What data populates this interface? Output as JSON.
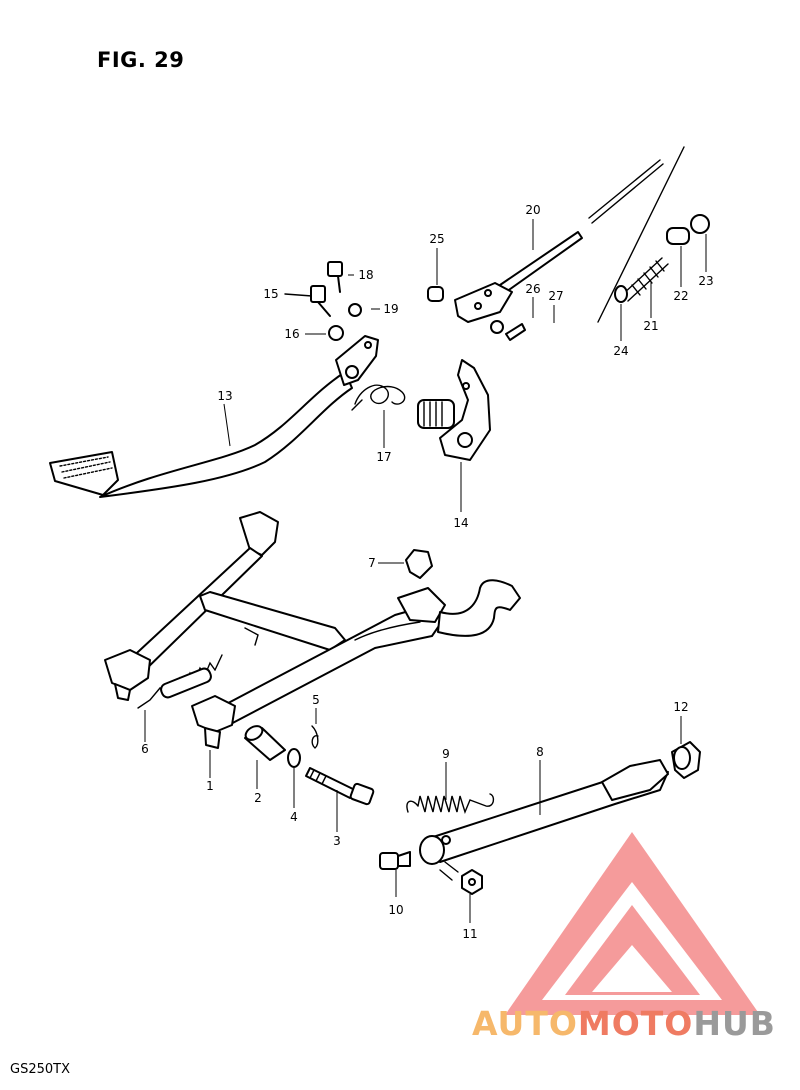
{
  "figure": {
    "title": "FIG. 29",
    "model": "GS250TX"
  },
  "parts": [
    {
      "id": "1",
      "label": "1"
    },
    {
      "id": "2",
      "label": "2"
    },
    {
      "id": "3",
      "label": "3"
    },
    {
      "id": "4",
      "label": "4"
    },
    {
      "id": "5",
      "label": "5"
    },
    {
      "id": "6",
      "label": "6"
    },
    {
      "id": "7",
      "label": "7"
    },
    {
      "id": "8",
      "label": "8"
    },
    {
      "id": "9",
      "label": "9"
    },
    {
      "id": "10",
      "label": "10"
    },
    {
      "id": "11",
      "label": "11"
    },
    {
      "id": "12",
      "label": "12"
    },
    {
      "id": "13",
      "label": "13"
    },
    {
      "id": "14",
      "label": "14"
    },
    {
      "id": "15",
      "label": "15"
    },
    {
      "id": "16",
      "label": "16"
    },
    {
      "id": "17",
      "label": "17"
    },
    {
      "id": "18",
      "label": "18"
    },
    {
      "id": "19",
      "label": "19"
    },
    {
      "id": "20",
      "label": "20"
    },
    {
      "id": "21",
      "label": "21"
    },
    {
      "id": "22",
      "label": "22"
    },
    {
      "id": "23",
      "label": "23"
    },
    {
      "id": "24",
      "label": "24"
    },
    {
      "id": "25",
      "label": "25"
    },
    {
      "id": "26",
      "label": "26"
    },
    {
      "id": "27",
      "label": "27"
    }
  ],
  "watermark": {
    "part1": "AUTO",
    "part2": "MOTO",
    "part3": "HUB",
    "colors": [
      "#f6b86b",
      "#ef7b62",
      "#9a9a9a"
    ]
  }
}
